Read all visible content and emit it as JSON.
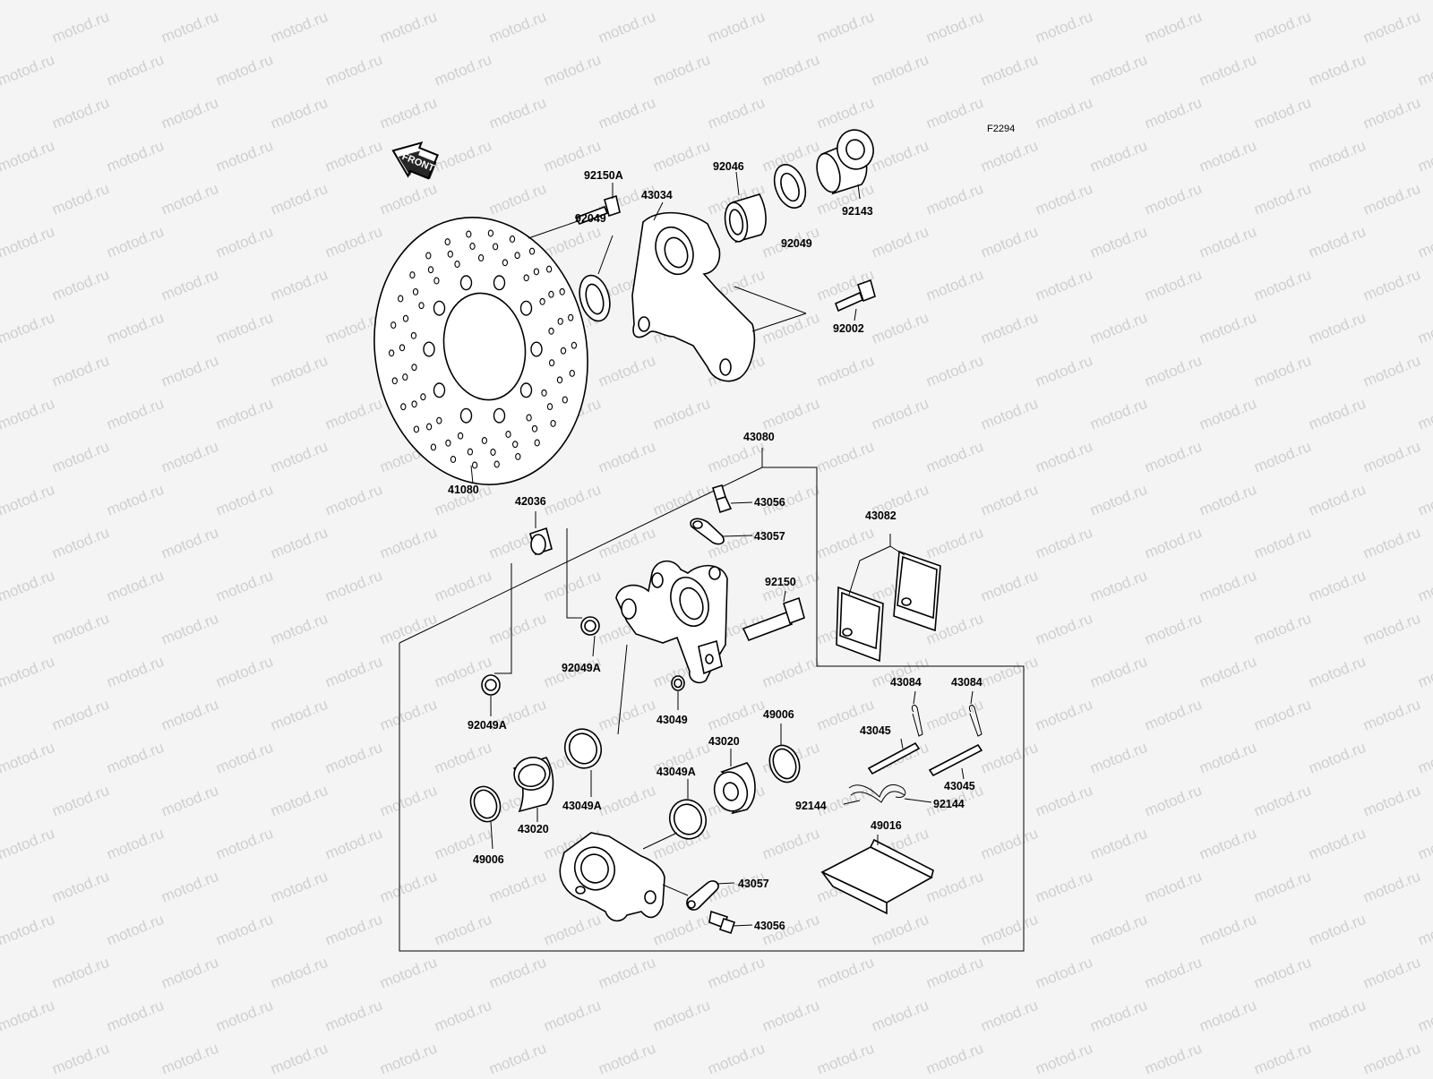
{
  "diagram": {
    "code": "F2294",
    "front_label": "FRONT",
    "watermark": "motod.ru",
    "parts": {
      "p92150A": "92150A",
      "p43034": "43034",
      "p92046": "92046",
      "p92049_top_right": "92049",
      "p92143": "92143",
      "p92049_disc": "92049",
      "p92002": "92002",
      "p41080": "41080",
      "p43080": "43080",
      "p43056_top": "43056",
      "p43057_top": "43057",
      "p42036": "42036",
      "p92150": "92150",
      "p43082": "43082",
      "p92049A_center": "92049A",
      "p92049A_left": "92049A",
      "p43049": "43049",
      "p43084_left": "43084",
      "p43084_right": "43084",
      "p49006_right": "49006",
      "p43020_right": "43020",
      "p43045_left": "43045",
      "p43045_right": "43045",
      "p43049A_right": "43049A",
      "p43049A_left": "43049A",
      "p43020_left": "43020",
      "p49006_left": "49006",
      "p92144_left": "92144",
      "p92144_right": "92144",
      "p49016": "49016",
      "p43057_bottom": "43057",
      "p43056_bottom": "43056"
    }
  }
}
